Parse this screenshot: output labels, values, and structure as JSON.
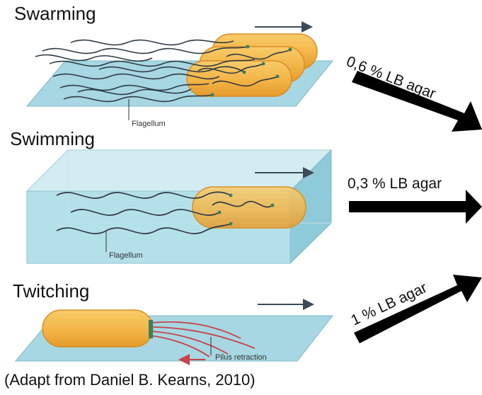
{
  "panels": {
    "swarming": {
      "title": "Swarming",
      "label": "Flagellum"
    },
    "swimming": {
      "title": "Swimming",
      "label": "Flagellum"
    },
    "twitching": {
      "title": "Twitching",
      "label": "Pilus retraction"
    }
  },
  "conditions": {
    "swarming": "0,6 % LB agar",
    "swimming": "0,3 % LB agar",
    "twitching": "1 % LB agar"
  },
  "caption": "(Adapt from Daniel B. Kearns, 2010)",
  "colors": {
    "surface": "#9fd3df",
    "cell": "#f3b446",
    "flagella": "#2f3a44",
    "pili": "#c9424a",
    "arrow": "#000000"
  }
}
